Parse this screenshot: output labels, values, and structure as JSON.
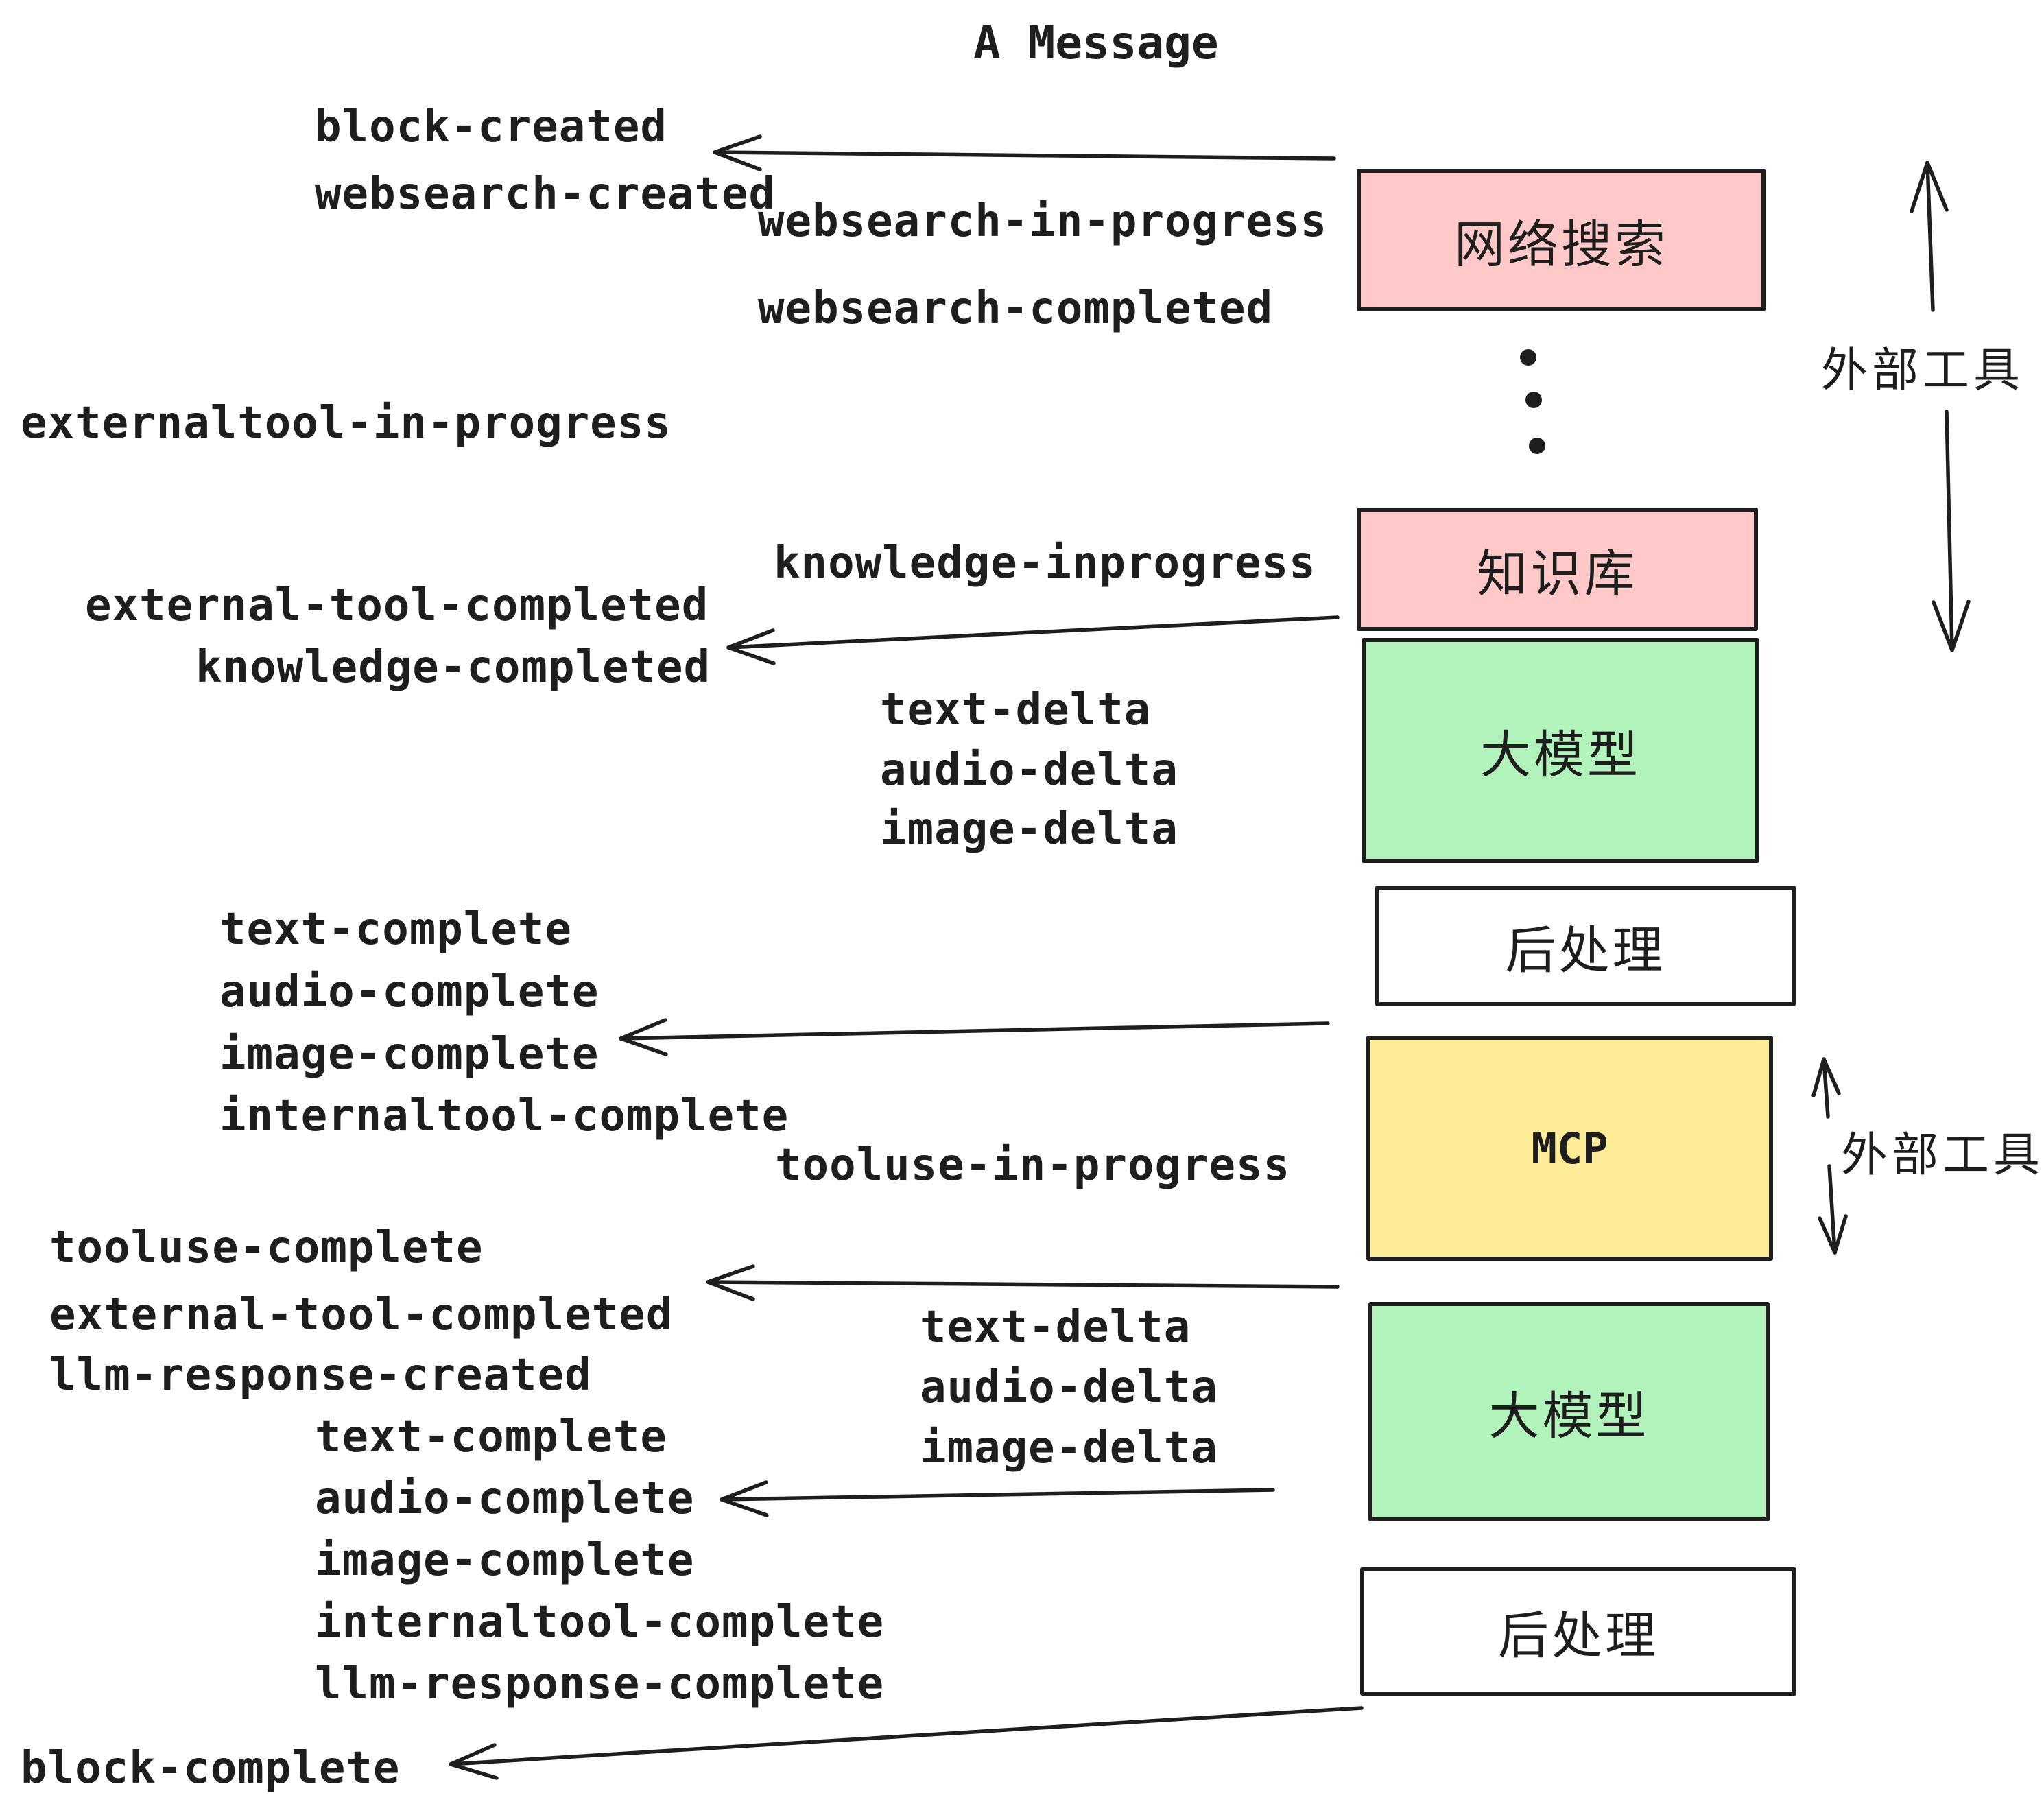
{
  "title": "A Message",
  "colors": {
    "background": "#ffffff",
    "stroke": "#1e1e1e",
    "box_pink": "#ffc9c9",
    "box_green": "#b2f2bb",
    "box_yellow": "#ffec99",
    "box_white": "#ffffff"
  },
  "boxes": [
    {
      "label": "网络搜索",
      "color": "#ffc9c9"
    },
    {
      "label": "知识库",
      "color": "#ffc9c9"
    },
    {
      "label": "大模型",
      "color": "#b2f2bb"
    },
    {
      "label": "后处理",
      "color": "#ffffff"
    },
    {
      "label": "MCP",
      "color": "#ffec99"
    },
    {
      "label": "大模型",
      "color": "#b2f2bb"
    },
    {
      "label": "后处理",
      "color": "#ffffff"
    }
  ],
  "side_labels": [
    {
      "label": "外部工具"
    },
    {
      "label": "外部工具"
    }
  ],
  "events": [
    {
      "text": "block-created"
    },
    {
      "text": "websearch-created"
    },
    {
      "text": "websearch-in-progress"
    },
    {
      "text": "websearch-completed"
    },
    {
      "text": "externaltool-in-progress"
    },
    {
      "text": "knowledge-inprogress"
    },
    {
      "text": "external-tool-completed"
    },
    {
      "text": "knowledge-completed"
    },
    {
      "text": "text-delta"
    },
    {
      "text": "audio-delta"
    },
    {
      "text": "image-delta"
    },
    {
      "text": "text-complete"
    },
    {
      "text": "audio-complete"
    },
    {
      "text": "image-complete"
    },
    {
      "text": "internaltool-complete"
    },
    {
      "text": "tooluse-in-progress"
    },
    {
      "text": "tooluse-complete"
    },
    {
      "text": "external-tool-completed"
    },
    {
      "text": "llm-response-created"
    },
    {
      "text": "text-delta"
    },
    {
      "text": "audio-delta"
    },
    {
      "text": "image-delta"
    },
    {
      "text": "text-complete"
    },
    {
      "text": "audio-complete"
    },
    {
      "text": "image-complete"
    },
    {
      "text": "internaltool-complete"
    },
    {
      "text": "llm-response-complete"
    },
    {
      "text": "block-complete"
    }
  ]
}
